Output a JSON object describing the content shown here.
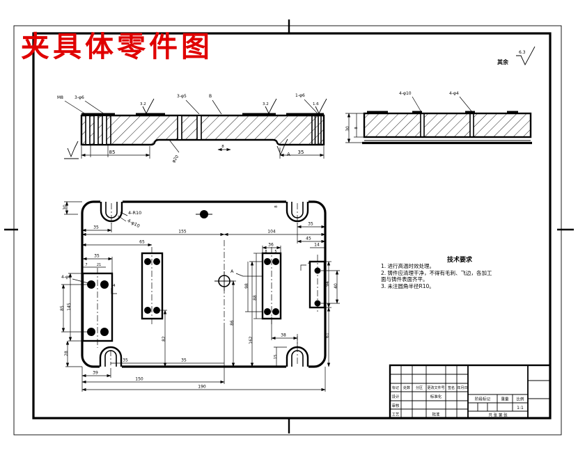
{
  "title": {
    "text": "夹具体零件图",
    "color": "#e00000"
  },
  "surface_note": {
    "label": "其余",
    "value": "6.3"
  },
  "front_section": {
    "callout_1": "M8",
    "callout_2": "3-φ6",
    "callout_3": "3-φ5",
    "callout_4": "B",
    "callout_5": "1-φ6",
    "rough_1": "3.2",
    "rough_2": "3.2",
    "rough_3": "1.6",
    "dim_left_foot": "85",
    "dim_right_foot": "35",
    "dim_small": "8",
    "dim_angled": "φ20",
    "datum": "A"
  },
  "side_section": {
    "callout_1": "4-φ10",
    "callout_2": "4-φ4",
    "dim_height": "30",
    "dim_step": "8"
  },
  "plan_view": {
    "callout_slot_radius": "4-R10",
    "callout_slot_dia": "4-φ10",
    "callout_holes": "4-φ6",
    "datum": "A",
    "hook_label": "4",
    "dims": {
      "d30": "30",
      "d35_tl": "35",
      "d155": "155",
      "d104": "104",
      "d65": "65",
      "d45": "45",
      "d35_tr": "35",
      "d8_tr": "8",
      "d36": "36",
      "d8": "8",
      "d5": "5",
      "d14": "14",
      "d35_lp": "35",
      "d7": "7",
      "d21": "21",
      "d85": "85",
      "d145": "145",
      "d28": "28",
      "d39": "39",
      "d150": "150",
      "d190": "190",
      "d82": "82",
      "d86": "86",
      "d162": "162",
      "d98": "98",
      "d88": "88",
      "d94": "94",
      "d61": "61",
      "d40": "40",
      "d38": "38",
      "d15": "15",
      "d35_b1": "35",
      "d35_b2": "35"
    }
  },
  "tech_req": {
    "heading": "技术要求",
    "line1": "1. 进行高温时效处理。",
    "line2": "2. 铸件应清理干净，不得有毛刺、飞边，各加工",
    "line3": "面与铸件表面齐平。",
    "line4": "3. 未注圆角半径R10。"
  },
  "title_block": {
    "rev_c1": "标记",
    "rev_c2": "处数",
    "rev_c3": "分区",
    "rev_c4": "更改文件号",
    "rev_c5": "签名",
    "rev_c6": "年月日",
    "design": "设计",
    "standardize": "标准化",
    "audit": "审核",
    "process": "工艺",
    "approve": "批准",
    "stage": "阶段标记",
    "weight": "重量",
    "scale": "比例",
    "scale_value": "1:1",
    "sheet": "共 张 第 张"
  }
}
